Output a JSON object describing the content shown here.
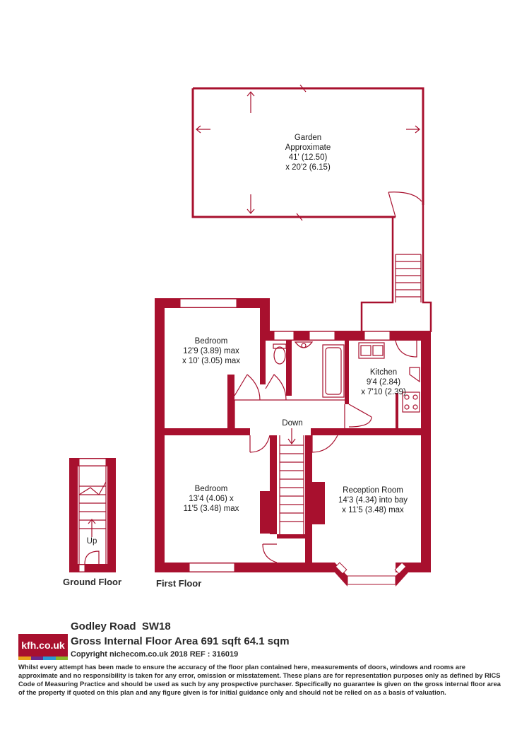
{
  "rooms": {
    "garden": {
      "name": "Garden",
      "l1": "Approximate",
      "l2": "41' (12.50)",
      "l3": "x 20'2 (6.15)"
    },
    "bedroom1": {
      "name": "Bedroom",
      "l1": "12'9 (3.89) max",
      "l2": "x 10' (3.05) max"
    },
    "kitchen": {
      "name": "Kitchen",
      "l1": "9'4 (2.84)",
      "l2": "x 7'10 (2.39)"
    },
    "bedroom2": {
      "name": "Bedroom",
      "l1": "13'4 (4.06) x",
      "l2": "11'5 (3.48) max"
    },
    "reception": {
      "name": "Reception Room",
      "l1": "14'3 (4.34) into bay",
      "l2": "x 11'5 (3.48) max"
    }
  },
  "stairs": {
    "down": "Down",
    "up": "Up"
  },
  "floors": {
    "ground": "Ground Floor",
    "first": "First Floor"
  },
  "footer": {
    "logo": "kfh.co.uk",
    "address": "Godley Road  SW18",
    "area": "Gross Internal Floor Area 691 sqft 64.1 sqm",
    "copyright": "Copyright nichecom.co.uk 2018 REF : 316019",
    "disclaimer": "Whilst every attempt has been made to ensure the accuracy of the floor plan contained here, measurements of doors, windows and rooms are approximate and no responsibility is taken for any error, omission or misstatement.  These plans are for representation purposes only as defined by RICS Code of Measuring Practice and should be used as such by any prospective purchaser.  Specifically no guarantee is given on the gross internal floor area of the property if quoted on this plan and any figure given is for initial guidance only and should not be relied on as a basis of valuation."
  },
  "colors": {
    "wall": "#a8102e",
    "logo_strip": [
      "#e8a21a",
      "#6a2a8a",
      "#2a9ad6",
      "#8ab82a"
    ]
  }
}
